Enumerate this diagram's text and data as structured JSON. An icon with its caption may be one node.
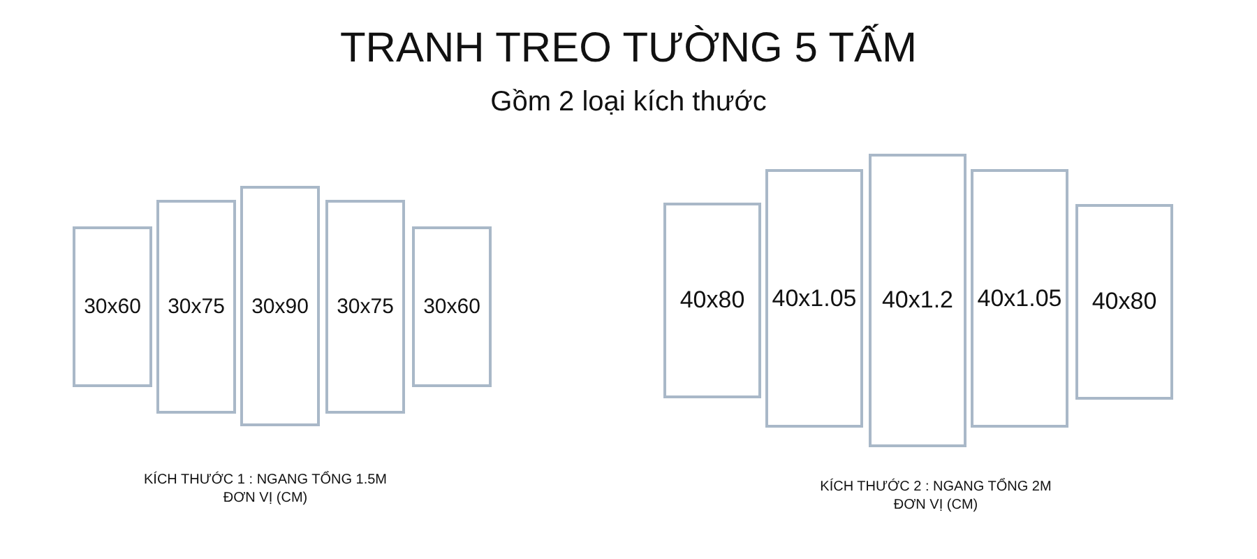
{
  "diagram": {
    "title": "TRANH TREO TƯỜNG 5 TẤM",
    "nodes": [
      {
        "text": [
          "30x60"
        ]
      },
      {
        "text": [
          "30x75"
        ]
      },
      {
        "text": [
          "30x90"
        ]
      },
      {
        "text": [
          "30x75"
        ]
      },
      {
        "text": [
          "30x60"
        ]
      },
      {
        "text": [
          "40x80"
        ]
      },
      {
        "text": [
          "40x1.05"
        ]
      },
      {
        "text": [
          "40x1.2"
        ]
      },
      {
        "text": [
          "40x1.05"
        ]
      },
      {
        "text": [
          "40x80"
        ]
      }
    ],
    "edges": [],
    "labels": [
      "Gồm 2 loại kích thước",
      "KÍCH THƯỚC 1 : NGANG TỔNG 1.5M",
      "ĐƠN VỊ (CM)",
      "KÍCH THƯỚC 2 : NGANG TỔNG 2M",
      "ĐƠN VỊ (CM)"
    ]
  }
}
